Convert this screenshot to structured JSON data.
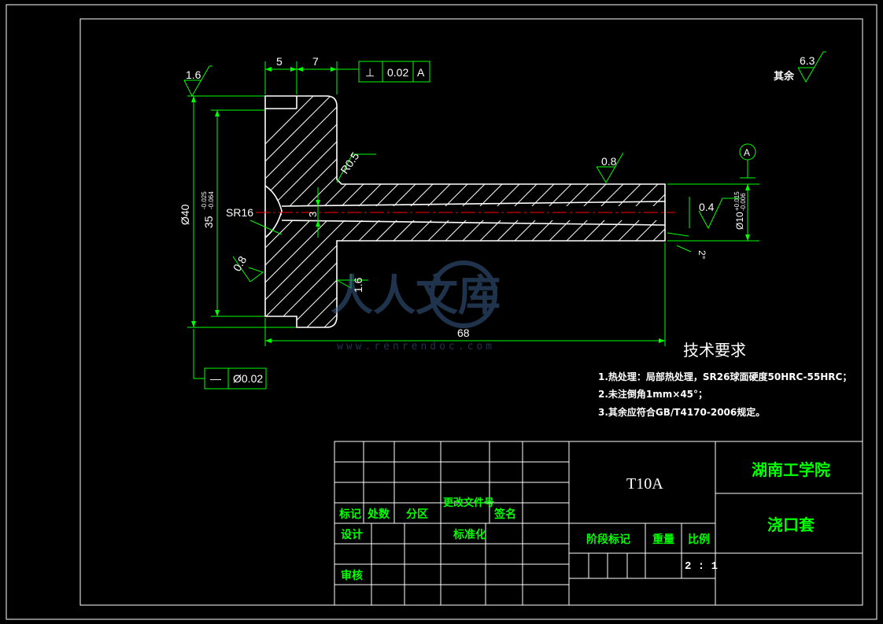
{
  "drawing": {
    "roughness_general": "6.3",
    "roughness_general_prefix": "其余",
    "roughness_top_left": "1.6",
    "roughness_bore": "0.8",
    "roughness_sphere": "0.8",
    "roughness_face": "1.6",
    "roughness_tip": "0.4",
    "dim_5": "5",
    "dim_7": "7",
    "dim_68": "68",
    "dim_phi40": "Ø40",
    "dim_35": "35",
    "dim_35_tol_upper": "-0.025",
    "dim_35_tol_lower": "-0.064",
    "dim_phi10": "Ø10",
    "dim_phi10_tol_upper": "+0.015",
    "dim_phi10_tol_lower": "-0.006",
    "dim_bore": "3",
    "dim_r05": "R0.5",
    "dim_sr16": "SR16",
    "dim_angle": "2°",
    "datum_label": "A",
    "gdt_perp_symbol": "⊥",
    "gdt_perp_value": "0.02",
    "gdt_perp_datum": "A",
    "gdt_flat_symbol": "—",
    "gdt_flat_value": "Ø0.02"
  },
  "requirements": {
    "title": "技术要求",
    "items": [
      "1.热处理：局部热处理，SR26球面硬度50HRC-55HRC；",
      "2.未注倒角1mm×45°；",
      "3.其余应符合GB/T4170-2006规定。"
    ]
  },
  "title_block": {
    "material": "T10A",
    "school": "湖南工学院",
    "part_name": "浇口套",
    "col_mark": "标记",
    "col_count": "处数",
    "col_zone": "分区",
    "col_doc": "更改文件号",
    "col_sign": "签名",
    "design": "设计",
    "standardize": "标准化",
    "review": "审核",
    "stage": "阶段标记",
    "weight": "重量",
    "scale_label": "比例",
    "scale_value": "2 : 1"
  },
  "watermark": {
    "text": "人人文库",
    "url": "www.renrendoc.com"
  },
  "colors": {
    "background": "#000000",
    "lines": "#00ff00",
    "outline": "#ffffff",
    "centerline": "#ff0000",
    "title_text": "#00ff00"
  }
}
